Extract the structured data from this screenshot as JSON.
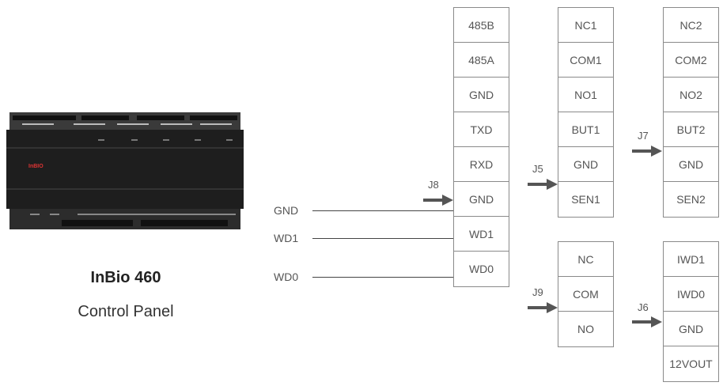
{
  "device": {
    "brand_logo": "InBIO",
    "title": "InBio 460",
    "subtitle": "Control Panel"
  },
  "connectors": {
    "J8": {
      "label": "J8",
      "pins": [
        "485B",
        "485A",
        "GND",
        "TXD",
        "RXD",
        "GND",
        "WD1",
        "WD0"
      ]
    },
    "J5": {
      "label": "J5",
      "pins": [
        "NC1",
        "COM1",
        "NO1",
        "BUT1",
        "GND",
        "SEN1"
      ]
    },
    "J7": {
      "label": "J7",
      "pins": [
        "NC2",
        "COM2",
        "NO2",
        "BUT2",
        "GND",
        "SEN2"
      ]
    },
    "J9": {
      "label": "J9",
      "pins": [
        "NC",
        "COM",
        "NO"
      ]
    },
    "J6": {
      "label": "J6",
      "pins": [
        "IWD1",
        "IWD0",
        "GND",
        "12VOUT"
      ]
    }
  },
  "wires": [
    {
      "label": "GND",
      "to": "GND"
    },
    {
      "label": "WD1",
      "to": "WD1"
    },
    {
      "label": "WD0",
      "to": "WD0"
    }
  ],
  "colors": {
    "line": "#444444",
    "border": "#8a8a8a",
    "arrow": "#555555",
    "device_body": "#1e1e1e"
  }
}
